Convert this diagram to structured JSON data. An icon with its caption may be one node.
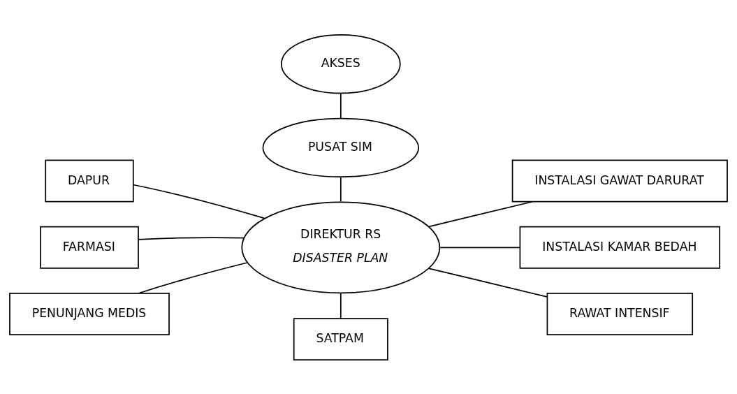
{
  "diagram": {
    "nodes": [
      {
        "text": [
          "AKSES"
        ]
      },
      {
        "text": [
          "PUSAT SIM"
        ]
      },
      {
        "text": [
          "DAPUR"
        ]
      },
      {
        "text": [
          "INSTALASI GAWAT DARURAT"
        ]
      },
      {
        "text": [
          "DIREKTUR RS",
          "DISASTER PLAN"
        ]
      },
      {
        "text": [
          "FARMASI"
        ]
      },
      {
        "text": [
          "INSTALASI KAMAR BEDAH"
        ]
      },
      {
        "text": [
          "PENUNJANG MEDIS"
        ]
      },
      {
        "text": [
          "RAWAT INTENSIF"
        ]
      },
      {
        "text": [
          "SATPAM"
        ]
      }
    ],
    "edges": [
      {
        "from": 0,
        "to": 1,
        "arrow": "none"
      },
      {
        "from": 1,
        "to": 4,
        "arrow": "none"
      },
      {
        "from": 4,
        "to": 2,
        "arrow": "none"
      },
      {
        "from": 4,
        "to": 5,
        "arrow": "none"
      },
      {
        "from": 4,
        "to": 7,
        "arrow": "none"
      },
      {
        "from": 4,
        "to": 3,
        "arrow": "none"
      },
      {
        "from": 4,
        "to": 6,
        "arrow": "none"
      },
      {
        "from": 4,
        "to": 8,
        "arrow": "none"
      },
      {
        "from": 4,
        "to": 9,
        "arrow": "none"
      }
    ]
  }
}
